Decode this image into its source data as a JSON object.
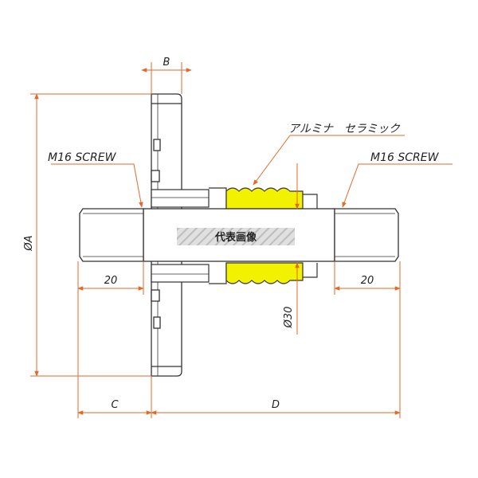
{
  "labels": {
    "dim_b": "B",
    "dim_diameter_a": "ØA",
    "dim_c": "C",
    "dim_d": "D",
    "dim_left_20": "20",
    "dim_right_20": "20",
    "dim_diameter_30": "Ø30",
    "screw_left": "M16 SCREW",
    "screw_right": "M16 SCREW",
    "ceramic": "アルミナ　セラミック",
    "representative_image": "代表画像"
  },
  "colors": {
    "outline": "#333333",
    "dimension": "#e06a2a",
    "ceramic": "#f2f200",
    "hatch": "#c8c8c8",
    "shade": "#e6e6e6"
  }
}
